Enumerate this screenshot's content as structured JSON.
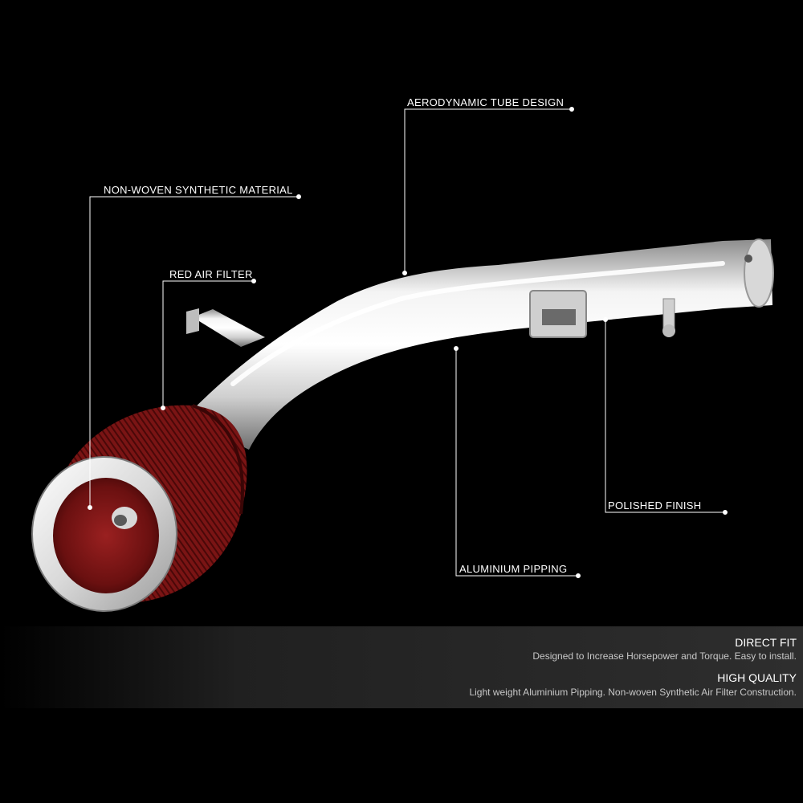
{
  "callouts": {
    "aerodynamic": "AERODYNAMIC TUBE DESIGN",
    "synthetic": "NON-WOVEN SYNTHETIC MATERIAL",
    "red_filter": "RED AIR FILTER",
    "polished": "POLISHED FINISH",
    "aluminium": "ALUMINIUM PIPPING"
  },
  "features": {
    "direct_fit": {
      "title": "DIRECT FIT",
      "description": "Designed to Increase Horsepower and Torque. Easy to install."
    },
    "high_quality": {
      "title": "HIGH QUALITY",
      "description": "Light weight Aluminium Pipping. Non-woven Synthetic Air Filter Construction."
    }
  },
  "colors": {
    "background": "#000000",
    "filter_red": "#7a1414",
    "chrome": "#e6e6e6",
    "callout_line": "#ffffff"
  }
}
